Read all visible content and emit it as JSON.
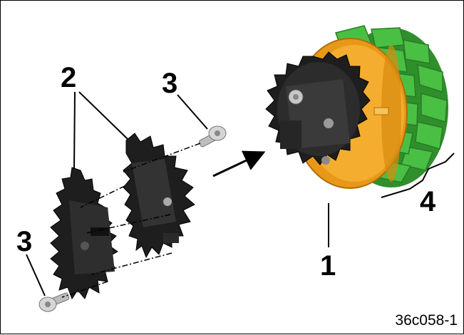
{
  "callouts": {
    "sprocket_assembled": "1",
    "sprocket_halves": "2",
    "screw_upper": "3",
    "screw_lower": "3",
    "drive_wheel_group": "4"
  },
  "figure_id": "36c058-1",
  "colors": {
    "sprocket": "#1e1e1e",
    "sprocket_highlight": "#3a3a3a",
    "flange_orange": "#f0a020",
    "drive_green": "#3fae3a",
    "screw_gray": "#c8c8c8"
  },
  "icons": [
    "assembly-arrow-icon"
  ]
}
